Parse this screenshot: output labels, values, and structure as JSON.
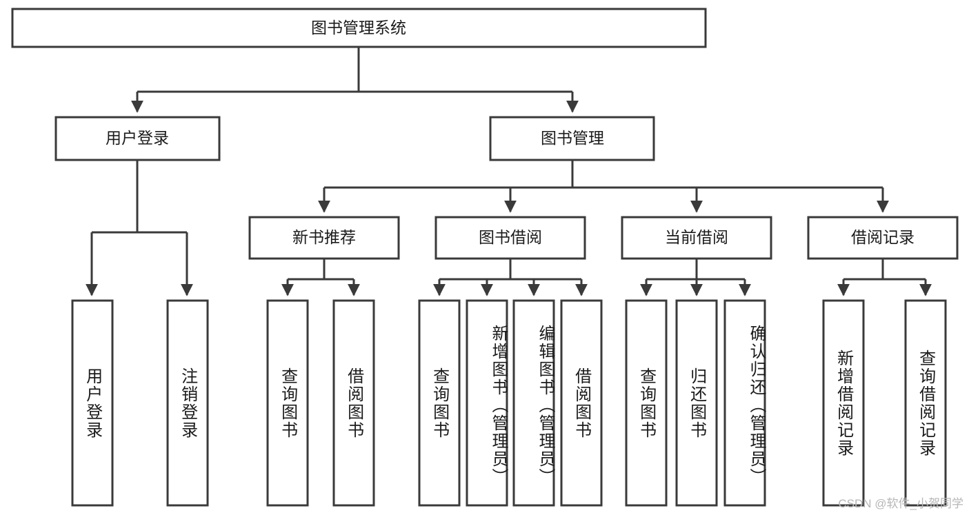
{
  "diagram": {
    "title_node": {
      "label": "图书管理系统"
    },
    "level2": [
      {
        "label": "用户登录"
      },
      {
        "label": "图书管理"
      }
    ],
    "level3": [
      {
        "label": "新书推荐"
      },
      {
        "label": "图书借阅"
      },
      {
        "label": "当前借阅"
      },
      {
        "label": "借阅记录"
      }
    ],
    "leaves": [
      {
        "label": "用户登录"
      },
      {
        "label": "注销登录"
      },
      {
        "label": "查询图书"
      },
      {
        "label": "借阅图书"
      },
      {
        "label": "查询图书"
      },
      {
        "label": "新增图书（管理员）"
      },
      {
        "label": "编辑图书（管理员）"
      },
      {
        "label": "借阅图书"
      },
      {
        "label": "查询图书"
      },
      {
        "label": "归还图书"
      },
      {
        "label": "确认归还（管理员）"
      },
      {
        "label": "新增借阅记录"
      },
      {
        "label": "查询借阅记录"
      }
    ],
    "watermark": "CSDN @软件_小贺同学",
    "colors": {
      "stroke": "#3a3a3a",
      "fill": "#ffffff",
      "text": "#1a1a1a",
      "watermark": "#b6b6b6"
    }
  },
  "chart_data": {
    "type": "tree-diagram",
    "title": "图书管理系统",
    "nodes": [
      {
        "id": "root",
        "label": "图书管理系统",
        "level": 0,
        "parent": null
      },
      {
        "id": "n1",
        "label": "用户登录",
        "level": 1,
        "parent": "root"
      },
      {
        "id": "n2",
        "label": "图书管理",
        "level": 1,
        "parent": "root"
      },
      {
        "id": "n3",
        "label": "新书推荐",
        "level": 2,
        "parent": "n2"
      },
      {
        "id": "n4",
        "label": "图书借阅",
        "level": 2,
        "parent": "n2"
      },
      {
        "id": "n5",
        "label": "当前借阅",
        "level": 2,
        "parent": "n2"
      },
      {
        "id": "n6",
        "label": "借阅记录",
        "level": 2,
        "parent": "n2"
      },
      {
        "id": "l1",
        "label": "用户登录",
        "level": 2,
        "parent": "n1"
      },
      {
        "id": "l2",
        "label": "注销登录",
        "level": 2,
        "parent": "n1"
      },
      {
        "id": "l3",
        "label": "查询图书",
        "level": 3,
        "parent": "n3"
      },
      {
        "id": "l4",
        "label": "借阅图书",
        "level": 3,
        "parent": "n3"
      },
      {
        "id": "l5",
        "label": "查询图书",
        "level": 3,
        "parent": "n4"
      },
      {
        "id": "l6",
        "label": "新增图书（管理员）",
        "level": 3,
        "parent": "n4"
      },
      {
        "id": "l7",
        "label": "编辑图书（管理员）",
        "level": 3,
        "parent": "n4"
      },
      {
        "id": "l8",
        "label": "借阅图书",
        "level": 3,
        "parent": "n4"
      },
      {
        "id": "l9",
        "label": "查询图书",
        "level": 3,
        "parent": "n5"
      },
      {
        "id": "l10",
        "label": "归还图书",
        "level": 3,
        "parent": "n5"
      },
      {
        "id": "l11",
        "label": "确认归还（管理员）",
        "level": 3,
        "parent": "n5"
      },
      {
        "id": "l12",
        "label": "新增借阅记录",
        "level": 3,
        "parent": "n6"
      },
      {
        "id": "l13",
        "label": "查询借阅记录",
        "level": 3,
        "parent": "n6"
      }
    ]
  }
}
